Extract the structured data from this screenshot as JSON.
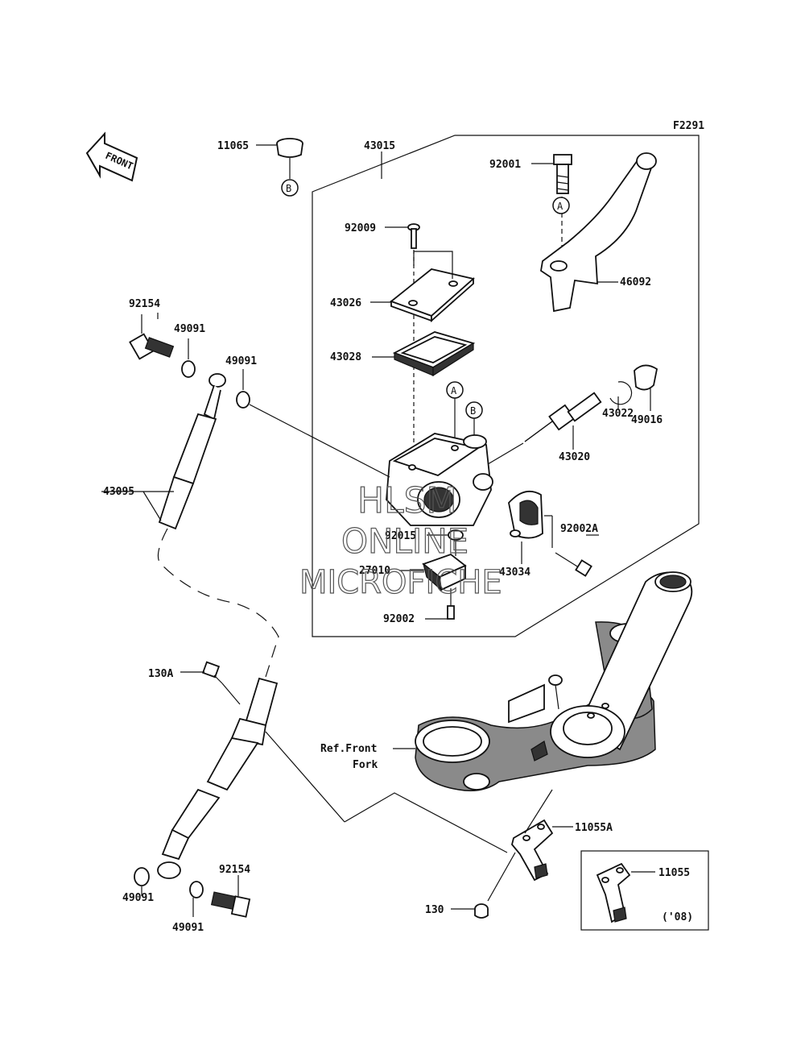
{
  "figure_code": "F2291",
  "front_arrow_text": "FRONT",
  "ref_text": {
    "line1": "Ref.Front",
    "line2": "Fork"
  },
  "inset_note": "('08)",
  "watermark": {
    "line1": "HLSM",
    "line2": "ONLINE",
    "line3": "MICROFICHE"
  },
  "markers": {
    "a": "A",
    "b": "B"
  },
  "parts": {
    "p11065": "11065",
    "p43015": "43015",
    "p92001": "92001",
    "p92009": "92009",
    "p46092": "46092",
    "p43026": "43026",
    "p92154_top": "92154",
    "p49091_a": "49091",
    "p43028": "43028",
    "p49091_b": "49091",
    "p49016": "49016",
    "p43022": "43022",
    "p43020": "43020",
    "p43095": "43095",
    "p92002A": "92002A",
    "p92015": "92015",
    "p27010": "27010",
    "p43034": "43034",
    "p92002": "92002",
    "p130A": "130A",
    "p11055A": "11055A",
    "p11055": "11055",
    "p49091_c": "49091",
    "p92154_bot": "92154",
    "p49091_d": "49091",
    "p130": "130"
  }
}
